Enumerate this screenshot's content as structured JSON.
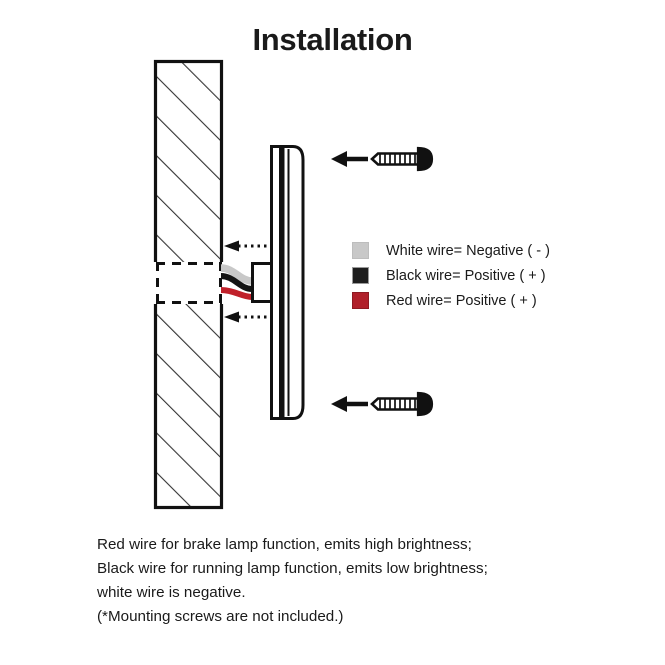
{
  "title": "Installation",
  "legend": {
    "items": [
      {
        "swatch_name": "white-wire-swatch",
        "color": "#c8c8c8",
        "border": "#bdbdbd",
        "label": "White wire= Negative ( - )"
      },
      {
        "swatch_name": "black-wire-swatch",
        "color": "#1e1e1e",
        "border": "#9a9a9a",
        "label": "Black wire= Positive ( + )"
      },
      {
        "swatch_name": "red-wire-swatch",
        "color": "#b0202a",
        "border": "#8d1a22",
        "label": "Red wire= Positive ( + )"
      }
    ]
  },
  "notes": {
    "lines": [
      "Red wire for brake lamp function, emits high brightness;",
      "Black wire for running lamp function, emits low brightness;",
      "white wire is negative.",
      "(*Mounting screws are not included.)"
    ]
  },
  "diagram": {
    "wall_panel_name": "wall-panel-hatched",
    "cutout_name": "wall-cutout-dashed",
    "fixture_name": "lamp-fixture-profile",
    "connector_name": "wire-connector-box",
    "wires": [
      {
        "name": "white-wire",
        "color": "#c8c8c8"
      },
      {
        "name": "black-wire",
        "color": "#141414"
      },
      {
        "name": "red-wire",
        "color": "#c0202a"
      }
    ],
    "screws": [
      {
        "name": "screw-top",
        "arrow_name": "screw-arrow-top"
      },
      {
        "name": "screw-bottom",
        "arrow_name": "screw-arrow-bottom"
      }
    ],
    "pointers": [
      {
        "name": "cutout-pointer-top"
      },
      {
        "name": "cutout-pointer-bottom"
      }
    ],
    "colors": {
      "outline": "#111111",
      "hatch": "#333333"
    }
  }
}
